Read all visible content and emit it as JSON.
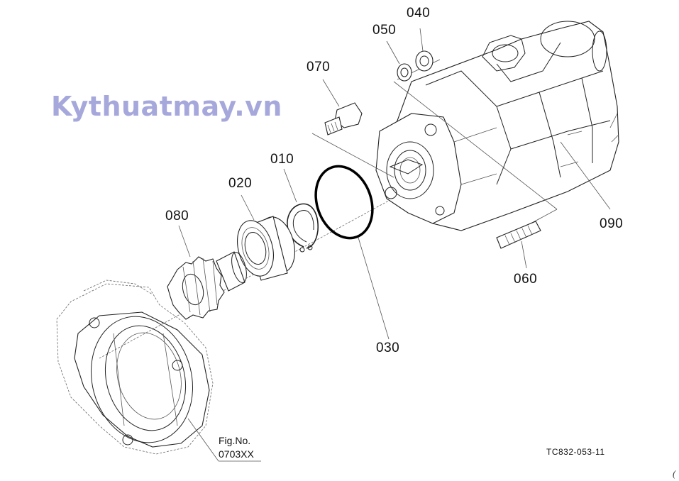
{
  "watermark": {
    "text": "Kythuatmay.vn",
    "color": "#a6a8dc"
  },
  "parts": [
    {
      "id": "010",
      "label": "010"
    },
    {
      "id": "020",
      "label": "020"
    },
    {
      "id": "030",
      "label": "030"
    },
    {
      "id": "040",
      "label": "040"
    },
    {
      "id": "050",
      "label": "050"
    },
    {
      "id": "060",
      "label": "060"
    },
    {
      "id": "070",
      "label": "070"
    },
    {
      "id": "080",
      "label": "080"
    },
    {
      "id": "090",
      "label": "090"
    }
  ],
  "figure": {
    "caption": "Fig.No.",
    "number": "0703XX"
  },
  "reference_code": "TC832-053-11",
  "corner_mark": "("
}
